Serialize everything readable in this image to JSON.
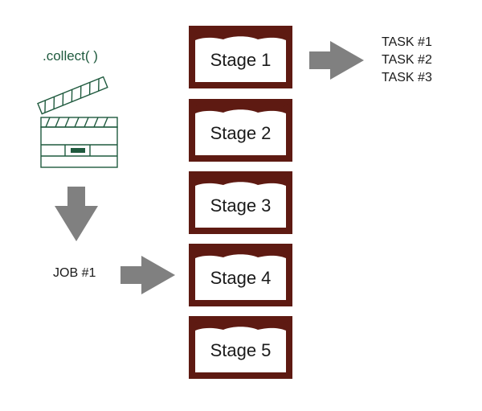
{
  "collect": {
    "label": ".collect( )"
  },
  "job": {
    "label": "JOB #1"
  },
  "stages": [
    {
      "label": "Stage 1"
    },
    {
      "label": "Stage 2"
    },
    {
      "label": "Stage 3"
    },
    {
      "label": "Stage 4"
    },
    {
      "label": "Stage 5"
    }
  ],
  "tasks": [
    {
      "label": "TASK #1"
    },
    {
      "label": "TASK #2"
    },
    {
      "label": "TASK #3"
    }
  ],
  "colors": {
    "curtain": "#5e1a12",
    "clapper": "#1f5a3e",
    "arrow": "#808080"
  },
  "icons": [
    "clapperboard-icon",
    "down-arrow-icon",
    "right-arrow-icon",
    "curtain-icon"
  ]
}
